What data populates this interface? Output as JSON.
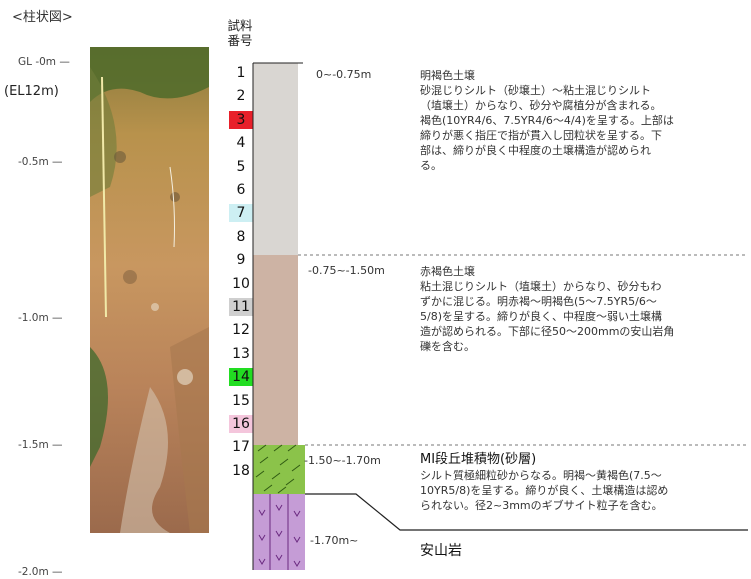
{
  "title": "<柱状図>",
  "elevation": "(EL12m)",
  "depth_labels": [
    "GL -0m —",
    "-0.5m —",
    "-1.0m —",
    "-1.5m —",
    "-2.0m —"
  ],
  "sample_header": {
    "line1": "試料",
    "line2": "番号"
  },
  "samples": [
    "1",
    "2",
    "3",
    "4",
    "5",
    "6",
    "7",
    "8",
    "9",
    "10",
    "11",
    "12",
    "13",
    "14",
    "15",
    "16",
    "17",
    "18"
  ],
  "sample_highlight_colors": {
    "3": "#e8202a",
    "7": "#cdeff3",
    "11": "#cfcfcf",
    "14": "#22dd22",
    "16": "#f4c6dc"
  },
  "layer_colors": {
    "layer1": "#d9d6d2",
    "layer2": "#cdb3a4",
    "layer3": "#8bc34a",
    "layer4": "#c59cd6"
  },
  "layers": [
    {
      "range": "0~-0.75m",
      "title": "明褐色土壌",
      "lines": [
        "砂混じりシルト（砂壌土）～粘土混じりシルト",
        "（埴壌土）からなり、砂分や腐植分が含まれる。",
        "褐色(10YR4/6、7.5YR4/6～4/4)を呈する。上部は",
        "締りが悪く指圧で指が貫入し団粒状を呈する。下",
        "部は、締りが良く中程度の土壌構造が認められ",
        "る。"
      ]
    },
    {
      "range": "-0.75~-1.50m",
      "title": "赤褐色土壌",
      "lines": [
        "粘土混じりシルト（埴壌土）からなり、砂分もわ",
        "ずかに混じる。明赤褐～明褐色(5～7.5YR5/6～",
        "5/8)を呈する。締りが良く、中程度～弱い土壌構",
        "造が認められる。下部に径50～200mmの安山岩角",
        "礫を含む。"
      ]
    },
    {
      "range": "-1.50~-1.70m",
      "title": "MI段丘堆積物(砂層)",
      "lines": [
        "シルト質極細粒砂からなる。明褐～黄褐色(7.5～",
        "10YR5/8)を呈する。締りが良く、土壌構造は認め",
        "られない。径2~3mmのギブサイト粒子を含む。"
      ]
    },
    {
      "range": "-1.70m~",
      "title": "安山岩"
    }
  ]
}
